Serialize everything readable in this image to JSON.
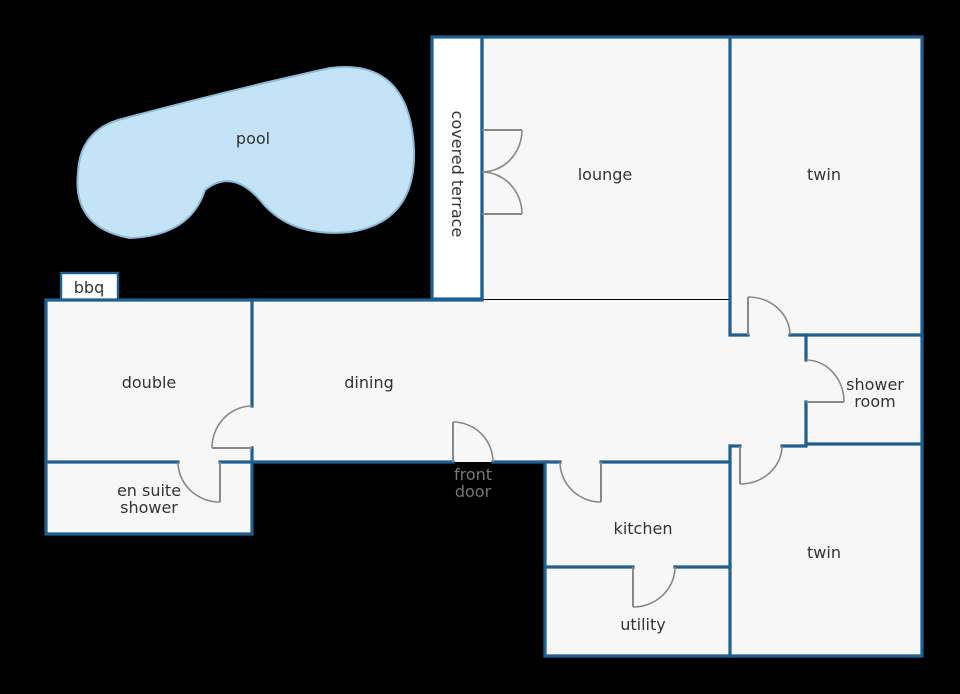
{
  "diagram": {
    "colors": {
      "background": "#000000",
      "floor": "#f7f7f7",
      "wall": "#1f5f8f",
      "pool_fill": "#c5e3f7",
      "pool_edge": "#8bbbd9",
      "door": "#888888"
    },
    "labels": {
      "pool": "pool",
      "bbq": "bbq",
      "covered_terrace": "covered terrace",
      "lounge": "lounge",
      "twin_top": "twin",
      "double": "double",
      "dining": "dining",
      "shower_room_1": "shower",
      "shower_room_2": "room",
      "en_suite_1": "en suite",
      "en_suite_2": "shower",
      "front_door_1": "front",
      "front_door_2": "door",
      "kitchen": "kitchen",
      "twin_bottom": "twin",
      "utility": "utility"
    }
  }
}
